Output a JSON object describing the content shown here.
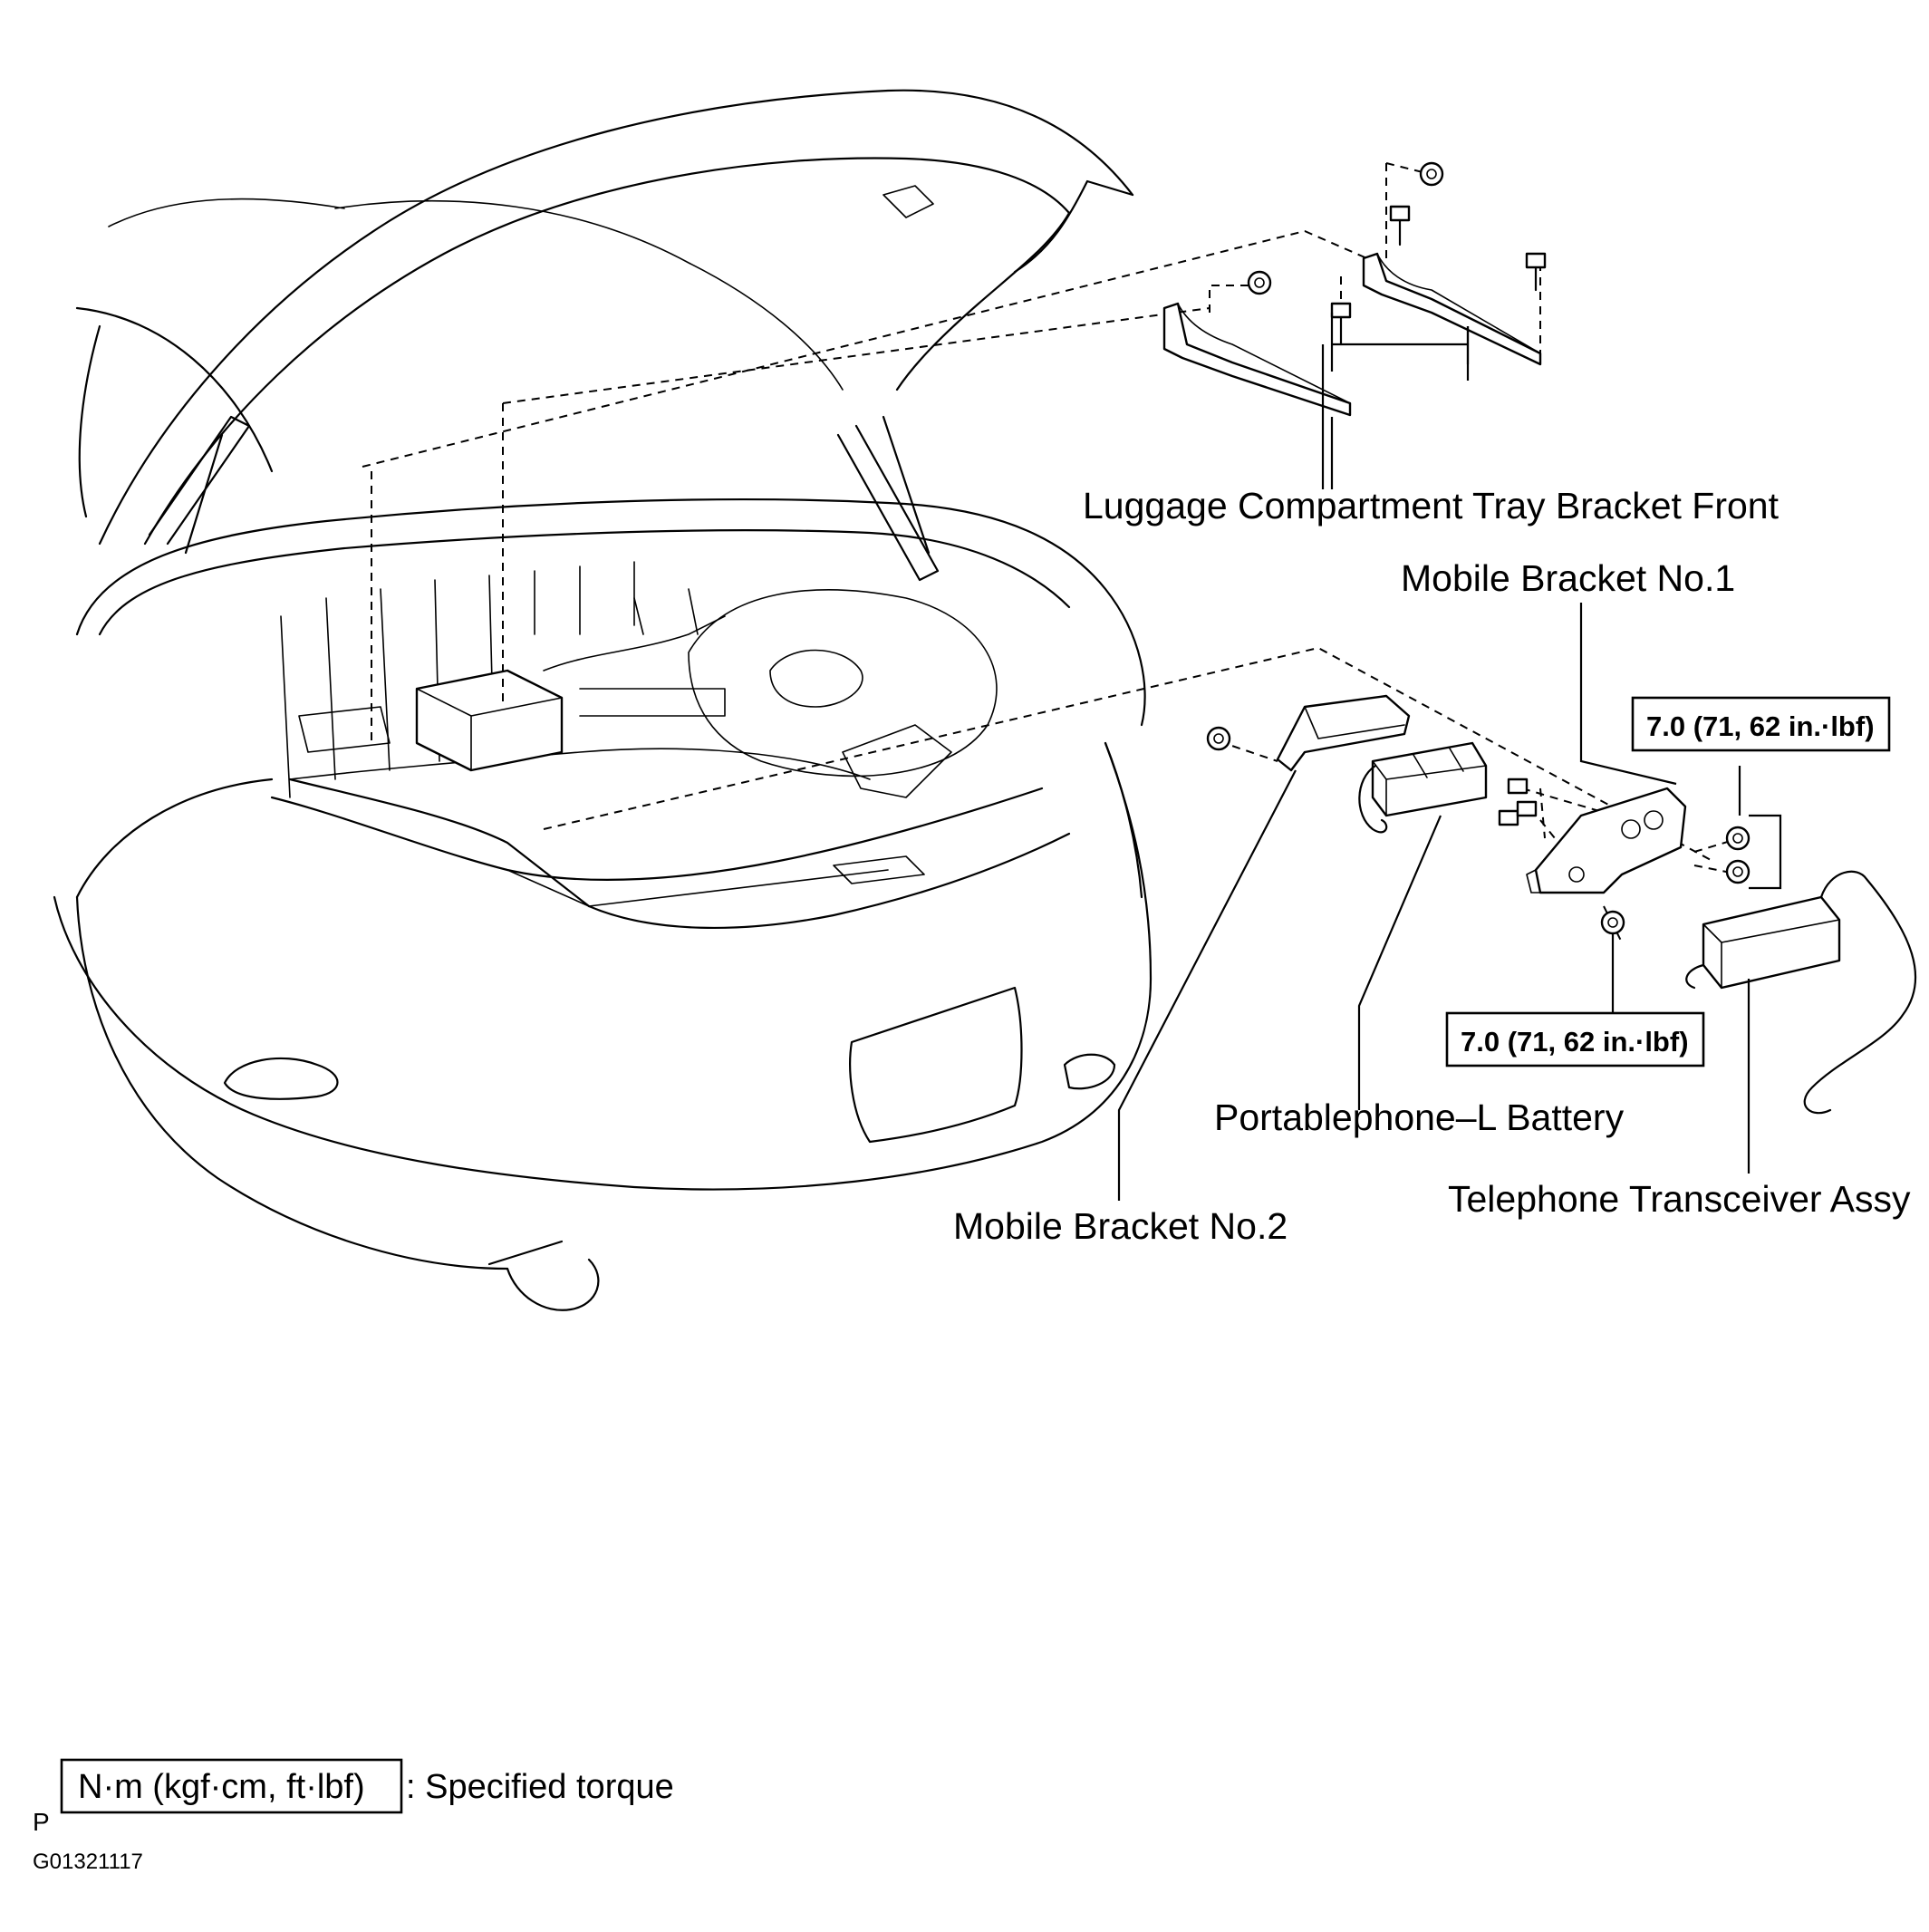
{
  "labels": {
    "tray_bracket": "Luggage Compartment Tray Bracket Front",
    "mobile_bracket_1": "Mobile Bracket No.1",
    "mobile_bracket_2": "Mobile Bracket No.2",
    "battery": "Portablephone–L Battery",
    "transceiver": "Telephone Transceiver Assy"
  },
  "torque_specs": {
    "upper": "7.0 (71, 62 in.·lbf)",
    "lower": "7.0 (71, 62 in.·lbf)"
  },
  "legend": {
    "unit_box": "N·m (kgf·cm, ft·lbf)",
    "description": ": Specified torque"
  },
  "footer": {
    "marker": "P",
    "figure_code": "G01321117"
  }
}
